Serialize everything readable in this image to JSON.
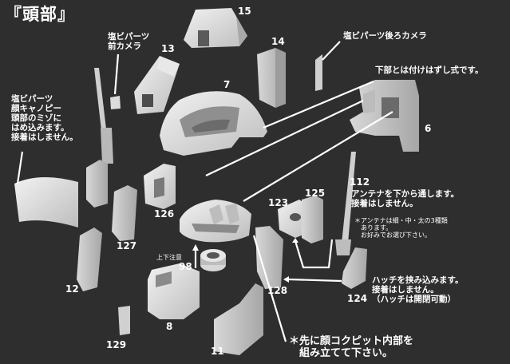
{
  "title": "『頭部』",
  "part_numbers": {
    "p15": "15",
    "p14": "14",
    "p13": "13",
    "p7": "7",
    "p6": "6",
    "p112": "112",
    "p123": "123",
    "p125": "125",
    "p126": "126",
    "p127": "127",
    "p98": "98",
    "p12": "12",
    "p128": "128",
    "p124": "124",
    "p8": "8",
    "p129": "129",
    "p11": "11"
  },
  "notes": {
    "front_camera": "塩ビパーツ\n前カメラ",
    "rear_camera": "塩ビパーツ後ろカメラ",
    "detachable": "下部とは付けはずし式です。",
    "canopy": "塩ビパーツ\n顔キャノピー\n頭部のミゾに\nはめ込みます。\n接着はしません。",
    "antenna": "アンテナを下から通します。\n接着はしません。",
    "antenna_types": "＊アンテナは細・中・太の3種類\n　あります。\n　お好みでお選び下さい。",
    "up_down": "上下注意",
    "hatch": "ハッチを挟み込みます。\n接着はしません。\n（ハッチは開閉可動）",
    "cockpit": "＊先に顔コクピット内部を\n　組み立てて下さい。"
  }
}
